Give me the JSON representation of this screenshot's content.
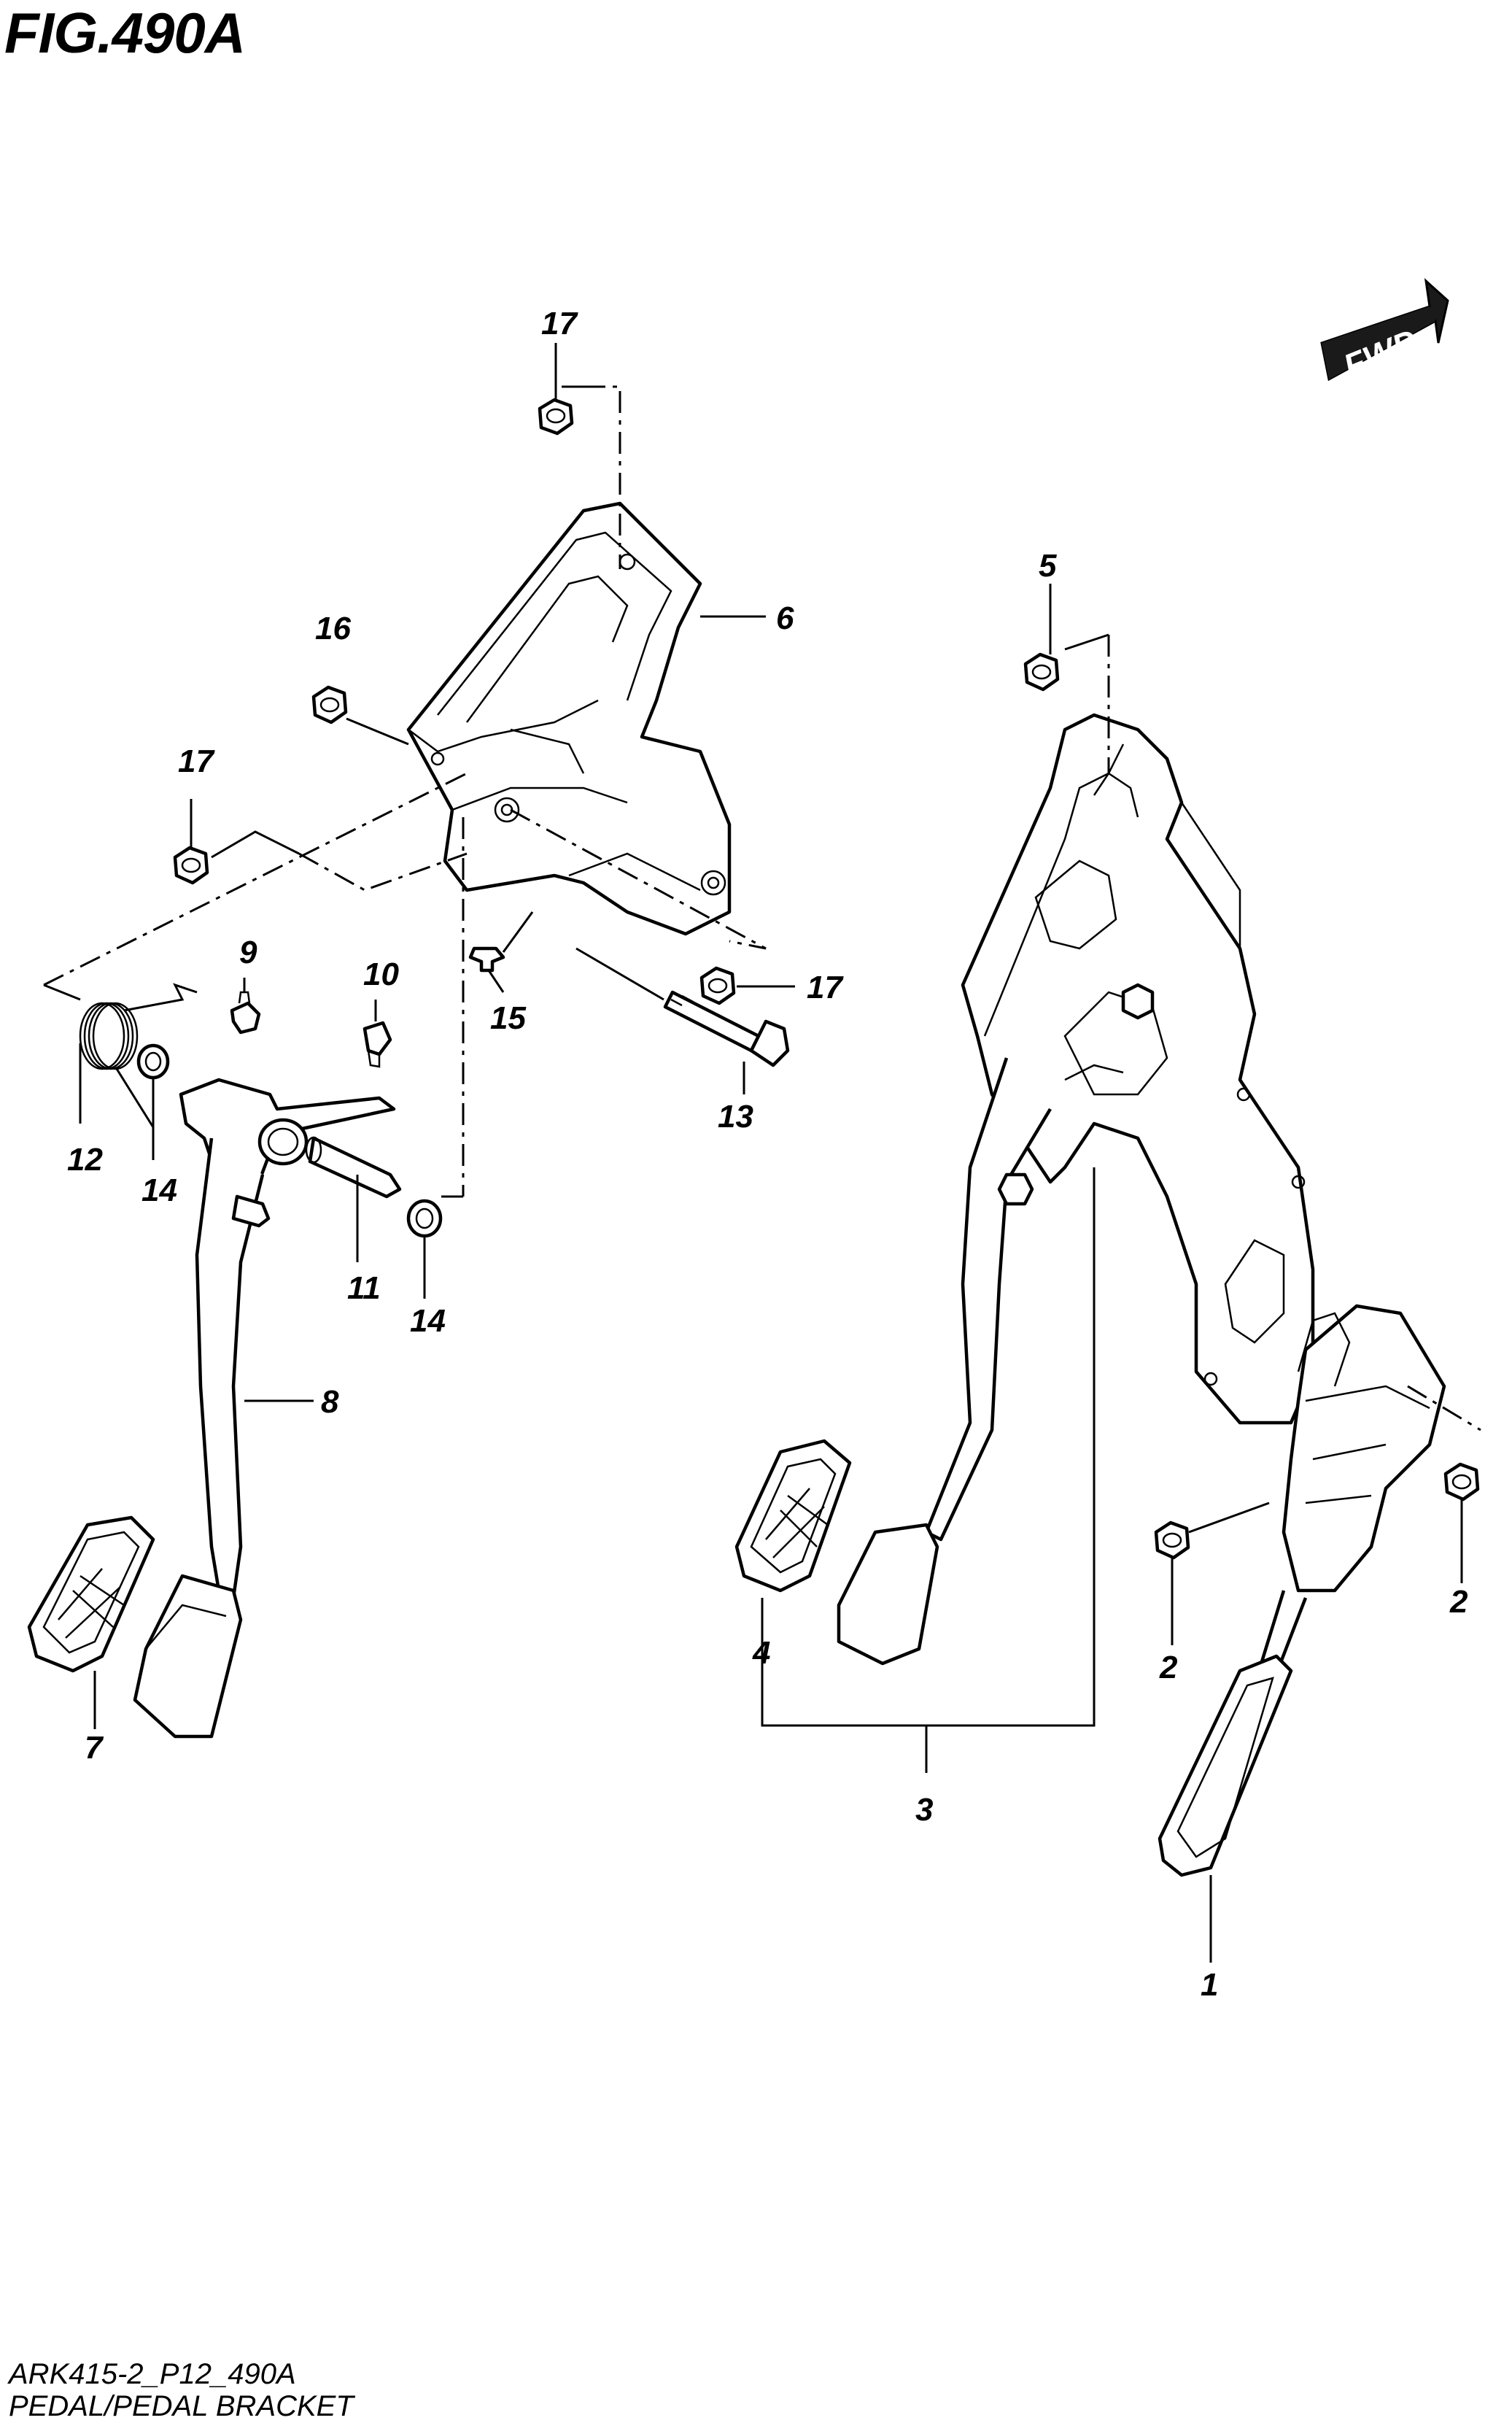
{
  "figure": {
    "title": "FIG.490A",
    "fwd_label": "FWD",
    "code": "ARK415-2_P12_490A",
    "name": "PEDAL/PEDAL BRACKET"
  },
  "callouts": {
    "c1": "1",
    "c2a": "2",
    "c2b": "2",
    "c3": "3",
    "c4": "4",
    "c5": "5",
    "c6": "6",
    "c7": "7",
    "c8": "8",
    "c9": "9",
    "c10": "10",
    "c11": "11",
    "c12": "12",
    "c13": "13",
    "c14a": "14",
    "c14b": "14",
    "c15": "15",
    "c16": "16",
    "c17a": "17",
    "c17b": "17",
    "c17c": "17"
  }
}
